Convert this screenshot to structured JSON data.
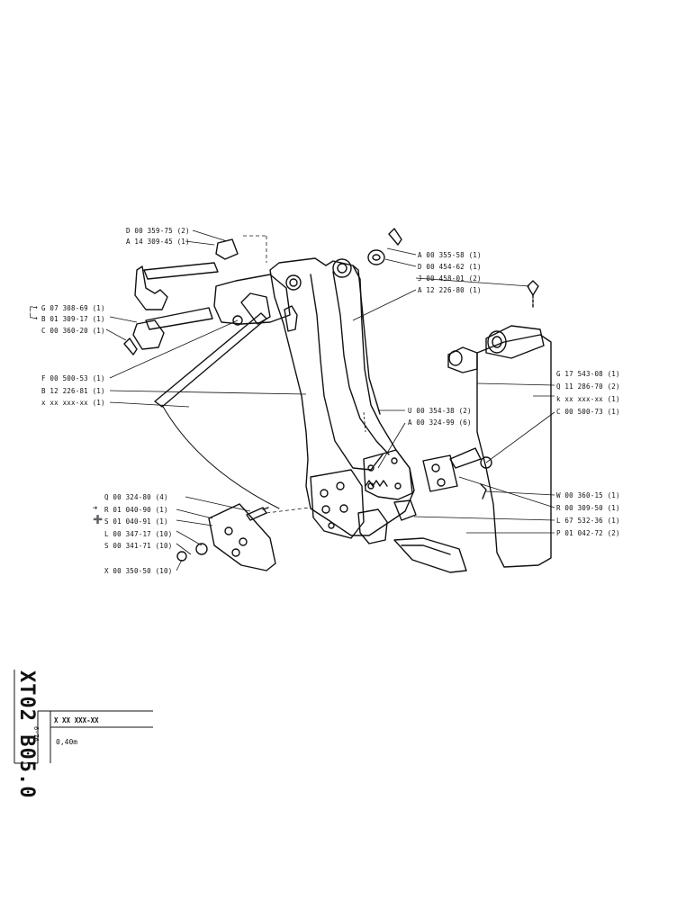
{
  "labels": {
    "D1": "D 00 359-75 (2)",
    "A14": "A 14 309-45 (1)",
    "G07": "G 07 308-69 (1)",
    "B01": "B 01 309-17 (1)",
    "C00": "C 00 360-20 (1)",
    "F00": "F 00 500-53 (1)",
    "B12": "B 12 226-81 (1)",
    "X1": "x xx xxx-xx (1)",
    "A355": "A 00 355-58 (1)",
    "D454": "D 00 454-62 (1)",
    "J458": "J 00 458-01 (2)",
    "A12": "A 12 226-80 (1)",
    "G17": "G 17 543-08 (1)",
    "Q11": "Q 11 286-70 (2)",
    "K1": "k xx xxx-xx (1)",
    "C500": "C 00 500-73 (1)",
    "U354": "U 00 354-38 (2)",
    "A324": "A 00 324-99 (6)",
    "Q324": "Q 00 324-80 (4)",
    "R01": "R 01 040-90 (1)",
    "S01": "S 01 040-91 (1)",
    "L00": "L 00 347-17 (10)",
    "S00": "S 00 341-71 (10)",
    "X00": "X 00 350-50 (10)",
    "W00": "W 00 360-15 (1)",
    "R00": "R 00 309-50 (1)",
    "L67": "L 67 532-36 (1)",
    "P01": "P 01 042-72 (2)"
  },
  "title_block": {
    "ref": "X XX XXX-XX",
    "size": "0,40m"
  },
  "sidebar": {
    "drawing_code": "XT02 B05.0",
    "date": "6-76"
  },
  "colors": {
    "ink": "#111111",
    "paper": "#ffffff"
  }
}
